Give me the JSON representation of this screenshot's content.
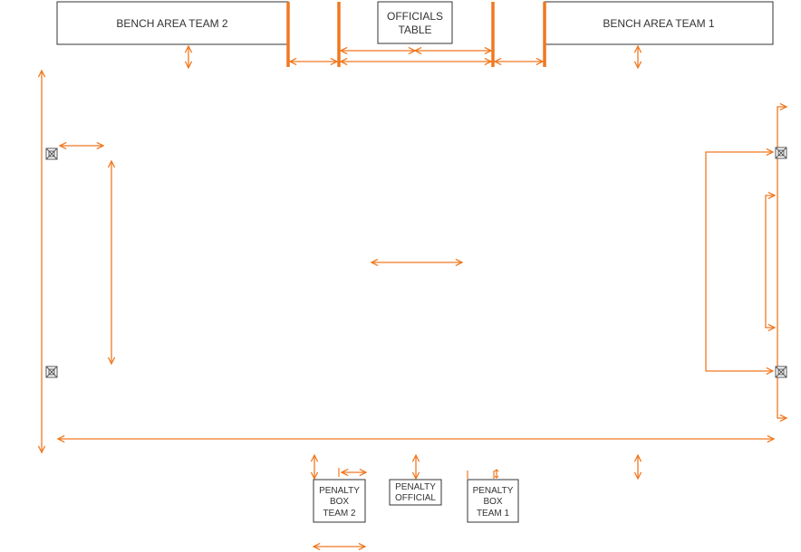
{
  "colors": {
    "arrow": "#f07820",
    "box_stroke": "#333333",
    "text": "#333333",
    "background": "#ffffff"
  },
  "boxes": {
    "bench_team_2": "BENCH AREA TEAM 2",
    "bench_team_1": "BENCH AREA TEAM 1",
    "officials_table": [
      "OFFICIALS",
      "TABLE"
    ],
    "penalty_box_team_2": [
      "PENALTY",
      "BOX",
      "TEAM 2"
    ],
    "penalty_official": [
      "PENALTY",
      "OFFICIAL"
    ],
    "penalty_box_team_1": [
      "PENALTY",
      "BOX",
      "TEAM 1"
    ]
  },
  "icons": [
    "goal-marker-icon",
    "arrow-icon"
  ]
}
